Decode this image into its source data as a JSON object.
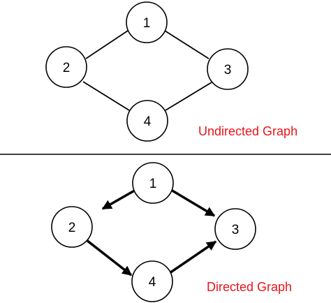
{
  "top": {
    "caption": "Undirected Graph",
    "nodes": [
      {
        "id": "1",
        "label": "1"
      },
      {
        "id": "2",
        "label": "2"
      },
      {
        "id": "3",
        "label": "3"
      },
      {
        "id": "4",
        "label": "4"
      }
    ],
    "edges": [
      [
        "1",
        "2"
      ],
      [
        "1",
        "3"
      ],
      [
        "2",
        "4"
      ],
      [
        "3",
        "4"
      ]
    ]
  },
  "bottom": {
    "caption": "Directed Graph",
    "nodes": [
      {
        "id": "1",
        "label": "1"
      },
      {
        "id": "2",
        "label": "2"
      },
      {
        "id": "3",
        "label": "3"
      },
      {
        "id": "4",
        "label": "4"
      }
    ],
    "edges": [
      [
        "1",
        "2"
      ],
      [
        "1",
        "3"
      ],
      [
        "2",
        "4"
      ],
      [
        "4",
        "3"
      ]
    ]
  },
  "colors": {
    "caption": "#e8141b",
    "line": "#000000"
  }
}
